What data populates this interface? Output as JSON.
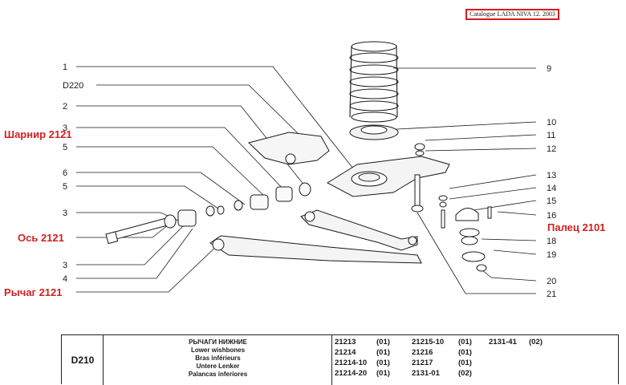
{
  "catalogue_stamp": "Catalogue LADA NIVA 12. 2003",
  "callouts": {
    "n1": "1",
    "nD220": "D220",
    "n2": "2",
    "n3a": "3",
    "n5a": "5",
    "n6": "6",
    "n5b": "5",
    "n3b": "3",
    "n3c": "3",
    "n4": "4",
    "n9": "9",
    "n10": "10",
    "n11": "11",
    "n12": "12",
    "n13": "13",
    "n14": "14",
    "n15": "15",
    "n16": "16",
    "n18": "18",
    "n19": "19",
    "n20": "20",
    "n21": "21"
  },
  "annotations": {
    "hinge": "Шарнир 2121",
    "axle": "Ось 2121",
    "lever": "Рычаг 2121",
    "pin": "Палец 2101"
  },
  "table": {
    "code": "D210",
    "titles": [
      "РЫЧАГИ НИЖНИЕ",
      "Lower wishbones",
      "Bras inférieurs",
      "Untere Lenker",
      "Palancas inferiores"
    ],
    "models": [
      [
        "21213",
        "(01)",
        "21215-10",
        "(01)",
        "2131-41",
        "(02)"
      ],
      [
        "21214",
        "(01)",
        "21216",
        "(01)",
        "",
        ""
      ],
      [
        "21214-10",
        "(01)",
        "21217",
        "(01)",
        "",
        ""
      ],
      [
        "21214-20",
        "(01)",
        "2131-01",
        "(02)",
        "",
        ""
      ]
    ]
  },
  "colors": {
    "annotation": "#d12020",
    "stamp_border": "#d91a1a",
    "line": "#1a1a1a"
  }
}
